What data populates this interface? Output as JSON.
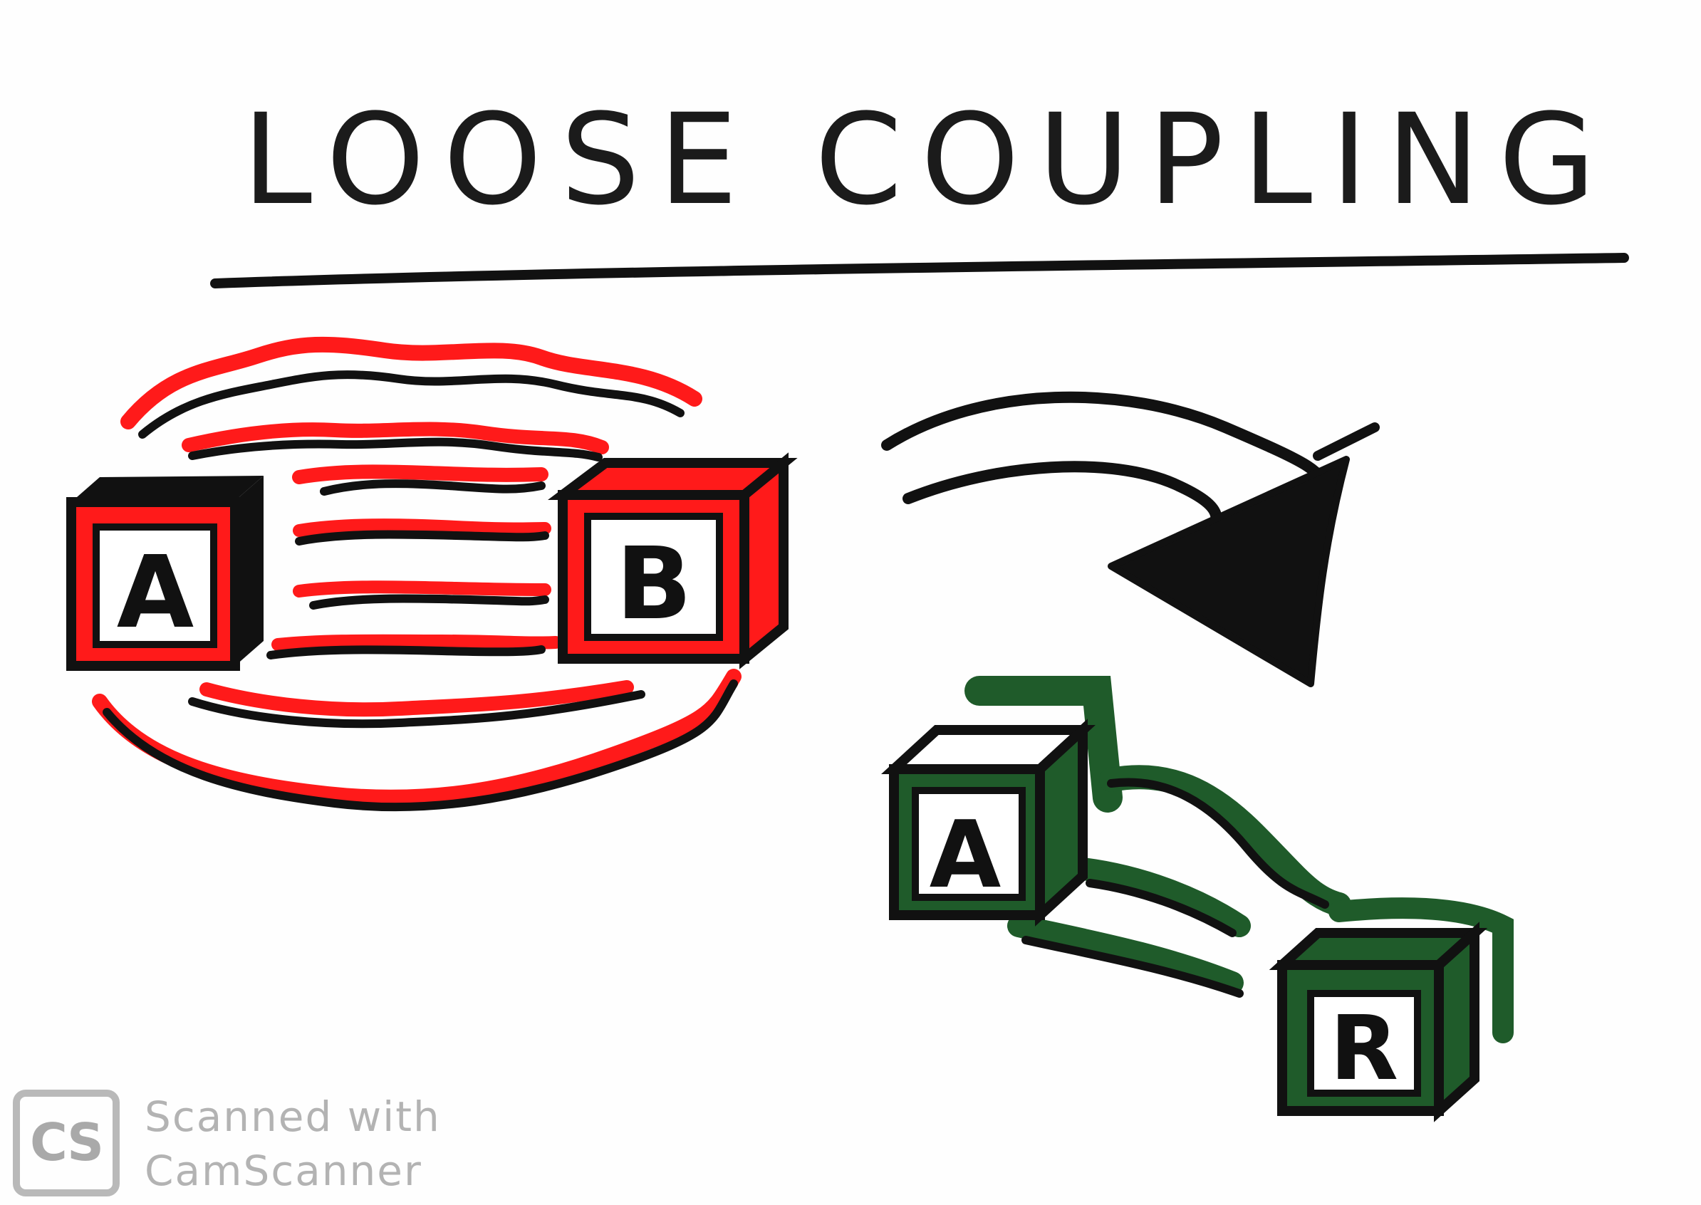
{
  "title": "LOOSE COUPLING",
  "left_group": {
    "cube_a_label": "A",
    "cube_b_label": "B",
    "color": "#ff1a1a"
  },
  "right_group": {
    "cube_a_label": "A",
    "cube_b_label": "R",
    "color": "#1f5b2a"
  },
  "watermark": {
    "logo": "CS",
    "line1": "Scanned with",
    "line2": "CamScanner"
  },
  "colors": {
    "ink": "#111111",
    "tight": "#ff1a1a",
    "loose": "#1f5b2a",
    "watermark": "#b3b3b3"
  }
}
